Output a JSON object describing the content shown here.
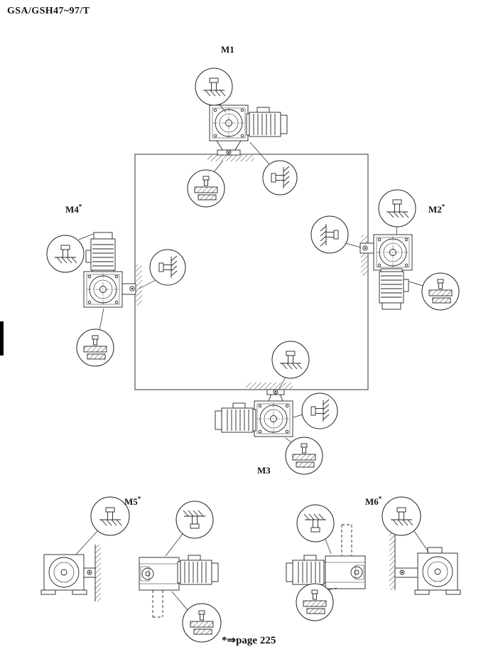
{
  "page": {
    "title": "GSA/GSH47~97/T",
    "footnote": "*⇒page 225"
  },
  "positions": {
    "m1": {
      "label": "M1",
      "sup": ""
    },
    "m2": {
      "label": "M2",
      "sup": "*"
    },
    "m3": {
      "label": "M3",
      "sup": ""
    },
    "m4": {
      "label": "M4",
      "sup": "*"
    },
    "m5": {
      "label": "M5",
      "sup": "*"
    },
    "m6": {
      "label": "M6",
      "sup": "*"
    }
  },
  "callout_symbols": {
    "breather_plug": "breather-plug-callout",
    "oil_plug": "oil-level-plug-callout",
    "oil_drain": "oil-drain-callout"
  }
}
